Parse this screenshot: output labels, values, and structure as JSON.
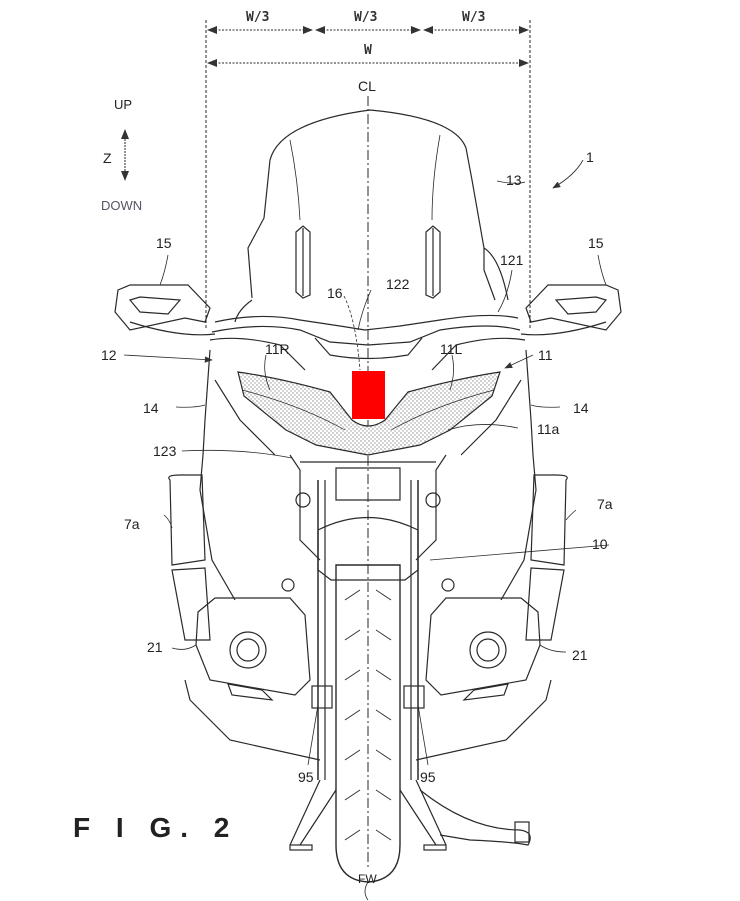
{
  "figure": {
    "title": "F I G.  2",
    "subject": "Motorcycle front view (patent drawing)"
  },
  "dimensions": {
    "third_left": "W/3",
    "third_middle": "W/3",
    "third_right": "W/3",
    "total": "W",
    "centerline": "CL"
  },
  "axis": {
    "up": "UP",
    "axis_label": "Z",
    "down": "DOWN"
  },
  "reference_numerals": {
    "vehicle": "1",
    "windscreen": "13",
    "mirror_left": "15",
    "mirror_right": "15",
    "cowl_part_121": "121",
    "cowl_part_122": "122",
    "sensor_16": "16",
    "cowl_12": "12",
    "headlight_right": "11R",
    "headlight_left": "11L",
    "headlight_unit": "11",
    "cover_left": "14",
    "cover_right": "14",
    "headlight_lower": "11a",
    "cowl_part_123": "123",
    "side_case_left": "7a",
    "side_case_right": "7a",
    "front_fender": "10",
    "fog_lamp_left": "21",
    "fog_lamp_right": "21",
    "fork_part_left": "95",
    "fork_part_right": "95",
    "front_wheel": "FW"
  },
  "colors": {
    "line": "#2a2a2a",
    "highlight": "#ff0000",
    "hatch": "#9a9a9a"
  }
}
